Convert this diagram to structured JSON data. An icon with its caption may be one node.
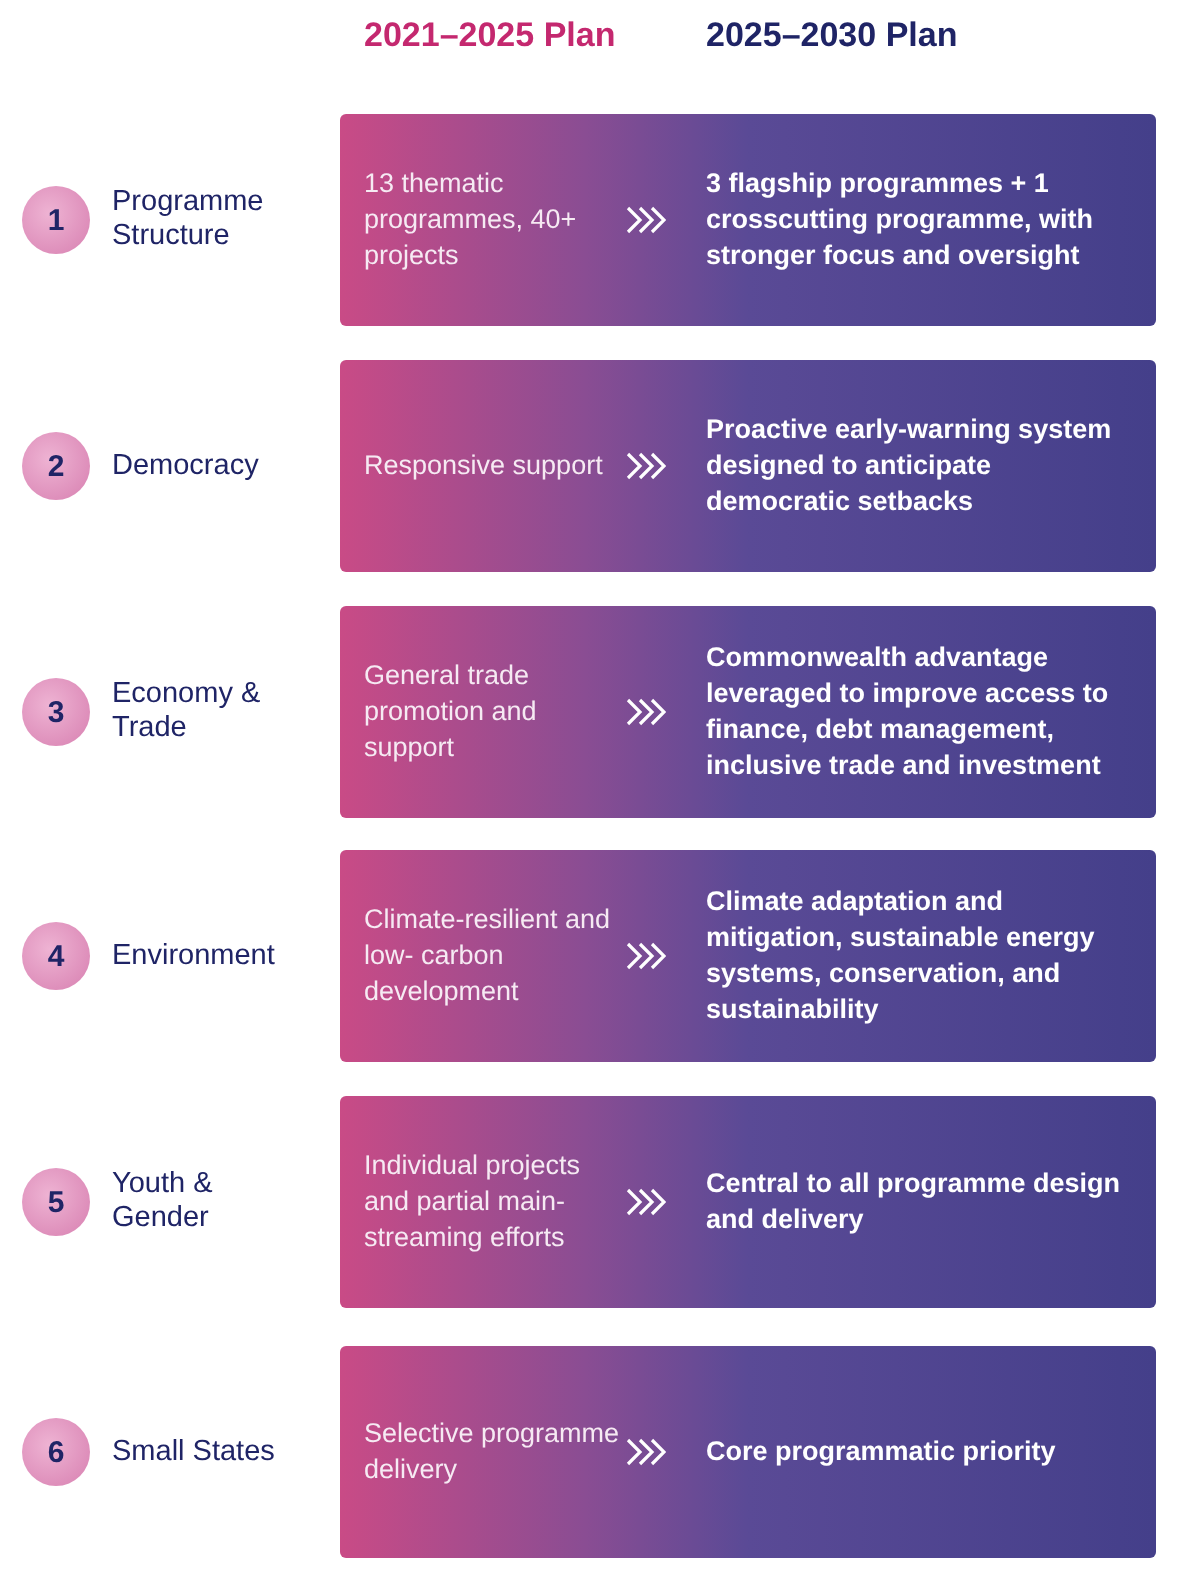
{
  "diagram": {
    "nodes": [
      {
        "text": [
          "1"
        ],
        "beside": [
          "Programme Structure"
        ]
      },
      {
        "text": [
          "13 thematic programmes, 40+ projects",
          "3 flagship programmes + 1 crosscutting programme, with stronger focus and oversight"
        ]
      },
      {
        "text": [
          "2"
        ],
        "beside": [
          "Democracy"
        ]
      },
      {
        "text": [
          "Responsive support",
          "Proactive early-warning system designed to anticipate democratic setbacks"
        ]
      },
      {
        "text": [
          "3"
        ],
        "beside": [
          "Economy & Trade"
        ]
      },
      {
        "text": [
          "General trade promotion and support",
          "Commonwealth advantage leveraged to improve access to finance, debt management, inclusive trade and investment"
        ]
      },
      {
        "text": [
          "4"
        ],
        "beside": [
          "Environment"
        ]
      },
      {
        "text": [
          "Climate-resilient and low- carbon development",
          "Climate adaptation and mitigation, sustainable energy systems, conservation, and sustainability"
        ]
      },
      {
        "text": [
          "5"
        ],
        "beside": [
          "Youth & Gender"
        ]
      },
      {
        "text": [
          "Individual projects and partial main- streaming efforts",
          "Central to all programme design and delivery"
        ]
      },
      {
        "text": [
          "6"
        ],
        "beside": [
          "Small States"
        ]
      },
      {
        "text": [
          "Selective programme delivery",
          "Core programmatic priority"
        ]
      }
    ],
    "labels": [
      "2021–2025 Plan",
      "2025–2030 Plan"
    ]
  }
}
